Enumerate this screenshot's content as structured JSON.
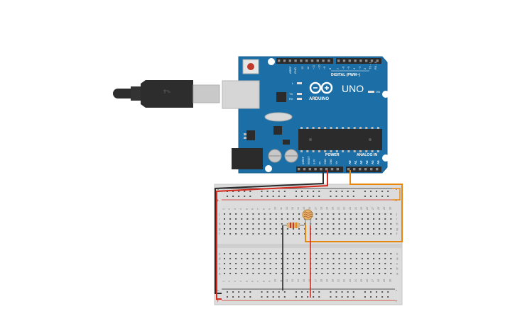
{
  "board": {
    "brand": "ARDUINO",
    "model": "UNO",
    "digital_label": "DIGITAL (PWM~)",
    "power_label": "POWER",
    "analog_label": "ANALOG IN",
    "led_l": "L",
    "led_tx": "TX",
    "led_rx": "RX",
    "led_on": "ON",
    "aref": "AREF",
    "gnd_top": "GND",
    "digital_pins": [
      "13",
      "12",
      "~11",
      "~10",
      "~9",
      "8",
      "7",
      "~6",
      "~5",
      "4",
      "~3",
      "2",
      "TX→1",
      "RX←0"
    ],
    "power_pins": [
      "IOREF",
      "RESET",
      "3.3V",
      "5V",
      "GND",
      "GND",
      "Vin"
    ],
    "analog_pins": [
      "A0",
      "A1",
      "A2",
      "A3",
      "A4",
      "A5"
    ]
  },
  "breadboard": {
    "columns": 30,
    "rows_top": [
      "j",
      "i",
      "h",
      "g",
      "f"
    ],
    "rows_bottom": [
      "e",
      "d",
      "c",
      "b",
      "a"
    ],
    "rail_plus": "+",
    "rail_minus": "-"
  },
  "colors": {
    "board": "#1c6fa6",
    "board_edge": "#175e8f",
    "wire_red": "#d42a1e",
    "wire_black": "#2a2a2a",
    "wire_orange": "#e8870e",
    "usb": "#2d2d2d",
    "breadboard": "#dcdcdc"
  }
}
